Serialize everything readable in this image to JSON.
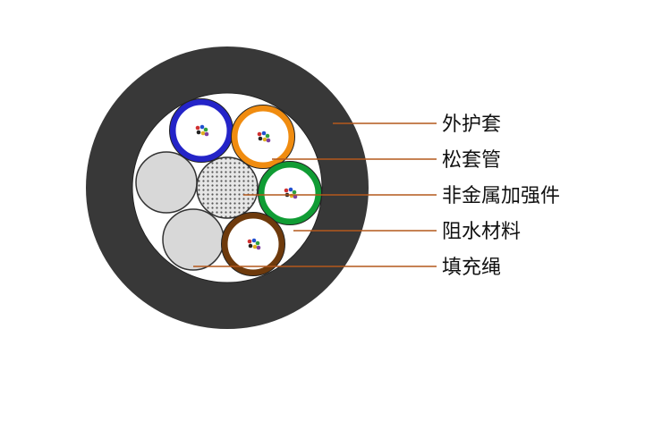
{
  "colors": {
    "outer_sheath": "#383838",
    "blocking_fill": "#ffffff",
    "leader_line": "#b4581c",
    "filler": "#d8d8d8",
    "strength_member": "#e2e2e2",
    "tube_blue": "#2424c8",
    "tube_orange": "#f08c10",
    "tube_green": "#109c34",
    "tube_brown": "#6e3a0c"
  },
  "labels": {
    "outer_sheath": "外护套",
    "loose_tube": "松套管",
    "strength_member": "非金属加强件",
    "water_blocking": "阻水材料",
    "filler_rope": "填充绳"
  },
  "icons": {
    "fiber_bundle": "fiber-bundle-icon"
  }
}
